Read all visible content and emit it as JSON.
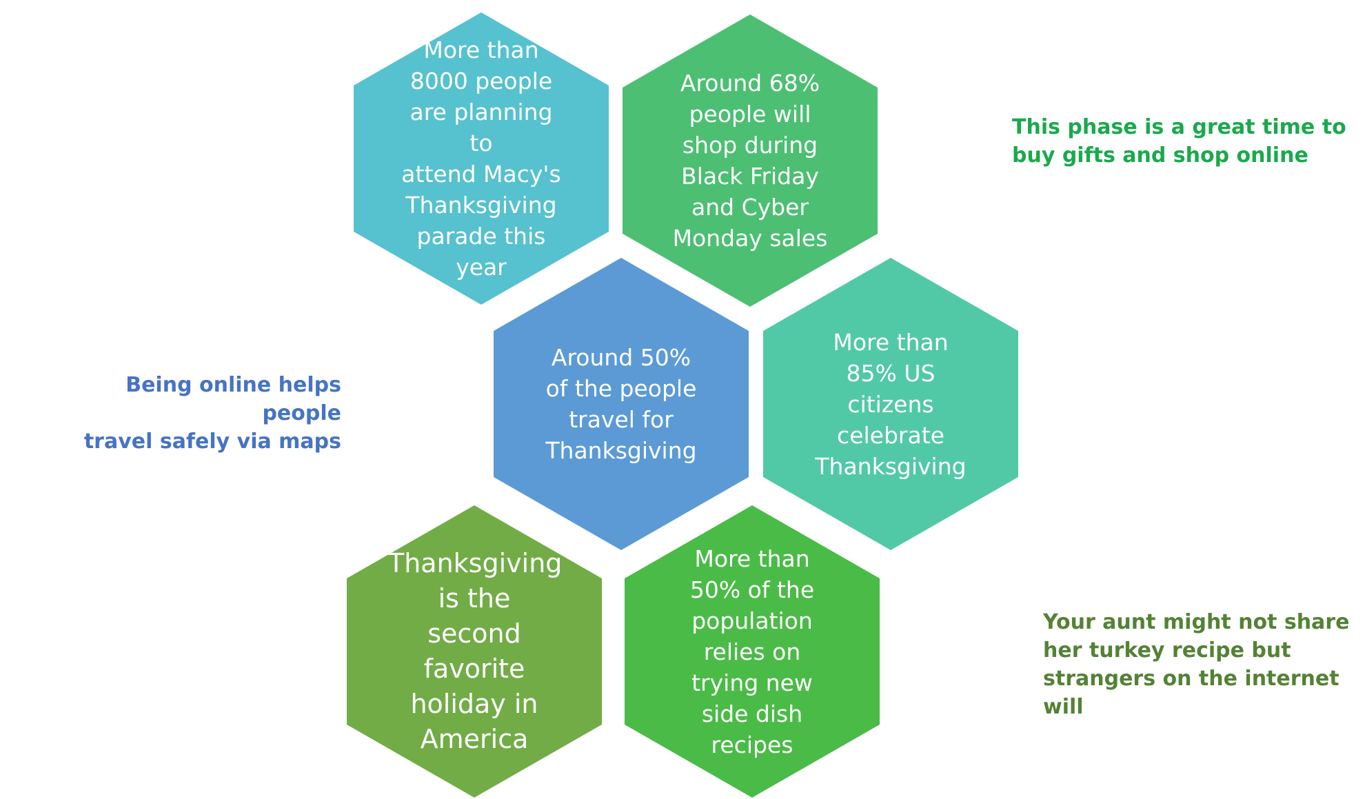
{
  "hexagons": [
    {
      "id": "macys-parade",
      "text": "More than\n8000 people\nare planning to\nattend Macy's\nThanksgiving\nparade this\nyear",
      "color": "#56C1CF"
    },
    {
      "id": "black-friday",
      "text": "Around 68%\npeople will\nshop during\nBlack Friday\nand Cyber\nMonday sales",
      "color": "#4CBF72"
    },
    {
      "id": "travel",
      "text": "Around 50%\nof the people\ntravel for\nThanksgiving",
      "color": "#5B9AD5"
    },
    {
      "id": "celebrate",
      "text": "More than\n85% US\ncitizens\ncelebrate\nThanksgiving",
      "color": "#52C9A6"
    },
    {
      "id": "favorite-holiday",
      "text": "Thanksgiving\nis the second\nfavorite\nholiday in\nAmerica",
      "color": "#72AC47"
    },
    {
      "id": "side-dish",
      "text": "More than\n50% of the\npopulation\nrelies on\ntrying new\nside dish\nrecipes",
      "color": "#4ABB47"
    }
  ],
  "notes": {
    "shop_online": {
      "text": "This phase is a great time to\nbuy gifts and shop online",
      "color": "#1AA94C"
    },
    "maps": {
      "text": "Being online helps people\ntravel safely via maps",
      "color": "#4673C4"
    },
    "recipe": {
      "text": "Your aunt might not share\nher turkey recipe but\nstrangers on the internet will",
      "color": "#548235"
    }
  }
}
